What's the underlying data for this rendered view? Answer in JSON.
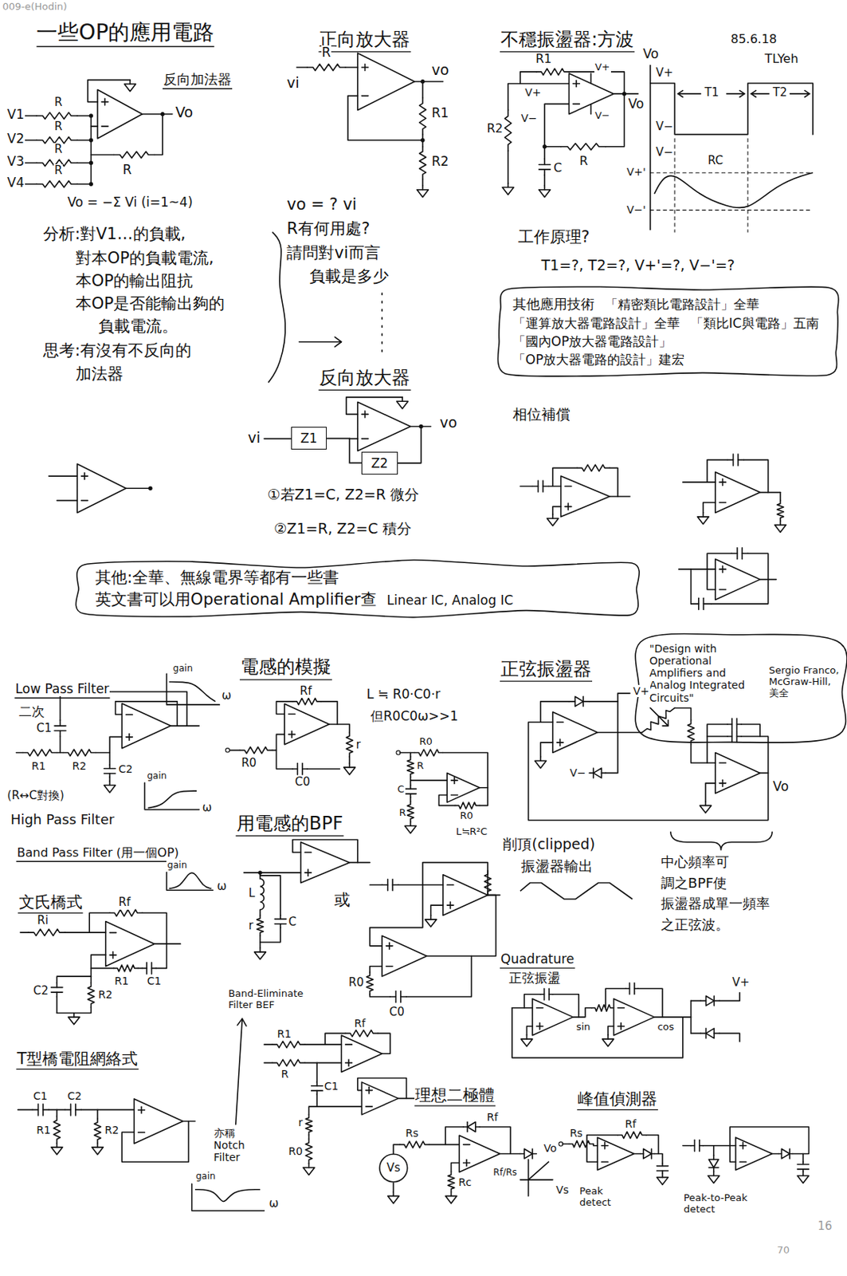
{
  "diagram": {
    "title": "一些OP的應用電路",
    "nodes": [
      {
        "text": [
          "其他應用技術",
          "「精密類比電路設計」全華",
          "「運算放大器電路設計」全華",
          "「類比IC與電路」五南",
          "「國內OP放大器電路設計」",
          "「OP放大器電路的設計」建宏"
        ]
      },
      {
        "text": [
          "其他:全華、無線電界等都有一些書",
          "英文書可以用Operational Amplifier查",
          "Linear IC, Analog IC"
        ]
      },
      {
        "text": [
          "Z1"
        ]
      },
      {
        "text": [
          "Z2"
        ]
      },
      {
        "text": [
          "Vs"
        ]
      }
    ],
    "edges": [
      {
        "from": 2,
        "to": 3,
        "arrow": "none"
      }
    ],
    "labels": [
      "009-e(Hodin)",
      "反向加法器",
      "V1",
      "R",
      "V2",
      "R",
      "V3",
      "R",
      "V4",
      "R",
      "R",
      "Vo",
      "Vo = −Σ Vi (i=1~4)",
      "分析:對V1…的負載,",
      "對本OP的負載電流,",
      "本OP的輸出阻抗",
      "本OP是否能輸出夠的",
      "負載電流。",
      "思考:有沒有不反向的",
      "加法器",
      "正向放大器",
      "vi",
      "R",
      "vo",
      "R1",
      "R2",
      "vo = ? vi",
      "R有何用處?",
      "請問對vi而言",
      "負載是多少",
      "反向放大器",
      "vi",
      "vo",
      "①若Z1=C, Z2=R 微分",
      "②Z1=R, Z2=C 積分",
      "不穩振盪器:方波",
      "85.6.18",
      "TLYeh",
      "R1",
      "V+",
      "V+",
      "Vo",
      "V−",
      "V−",
      "R2",
      "C",
      "R",
      "Vo",
      "V+",
      "T1",
      "T2",
      "V−",
      "V−",
      "V+'",
      "RC",
      "V−'",
      "工作原理?",
      "T1=?, T2=?, V+'=?, V−'=?",
      "相位補償",
      "\"Design with Operational Amplifiers and Analog Integrated Circuits\"",
      "Sergio Franco, McGraw-Hill, 美全",
      "Low Pass Filter",
      "gain",
      "ω",
      "二次",
      "C1",
      "R1",
      "R2",
      "C2",
      "gain",
      "ω",
      "(R↔C對換)",
      "High Pass Filter",
      "Band Pass Filter (用一個OP)",
      "gain",
      "ω",
      "文氏橋式",
      "Rf",
      "Ri",
      "C2",
      "R1",
      "C1",
      "R2",
      "T型橋電阻網絡式",
      "C1",
      "R1",
      "C2",
      "R2",
      "gain",
      "ω",
      "Band-Eliminate Filter BEF",
      "亦稱 Notch Filter",
      "R1",
      "Rf",
      "R",
      "C1",
      "r",
      "R0",
      "電感的模擬",
      "Rf",
      "R0",
      "r",
      "C0",
      "L ≒ R0·C0·r",
      "但R0C0ω>>1",
      "R0",
      "R",
      "C",
      "R",
      "R0",
      "L≒R²C",
      "用電感的BPF",
      "L",
      "r",
      "C",
      "或",
      "R0",
      "C0",
      "正弦振盪器",
      "V+",
      "V−",
      "Vo",
      "削頂(clipped)",
      "振盪器輸出",
      "中心頻率可",
      "調之BPF使",
      "振盪器成單一頻率",
      "之正弦波。",
      "Quadrature",
      "正弦振盪",
      "sin",
      "cos",
      "V+",
      "理想二極體",
      "Rs",
      "Rf",
      "Rc",
      "Rf/Rs",
      "Vo",
      "Vs",
      "峰值偵測器",
      "Rs",
      "Rf",
      "Peak detect",
      "Peak-to-Peak detect",
      "70",
      "16"
    ]
  }
}
